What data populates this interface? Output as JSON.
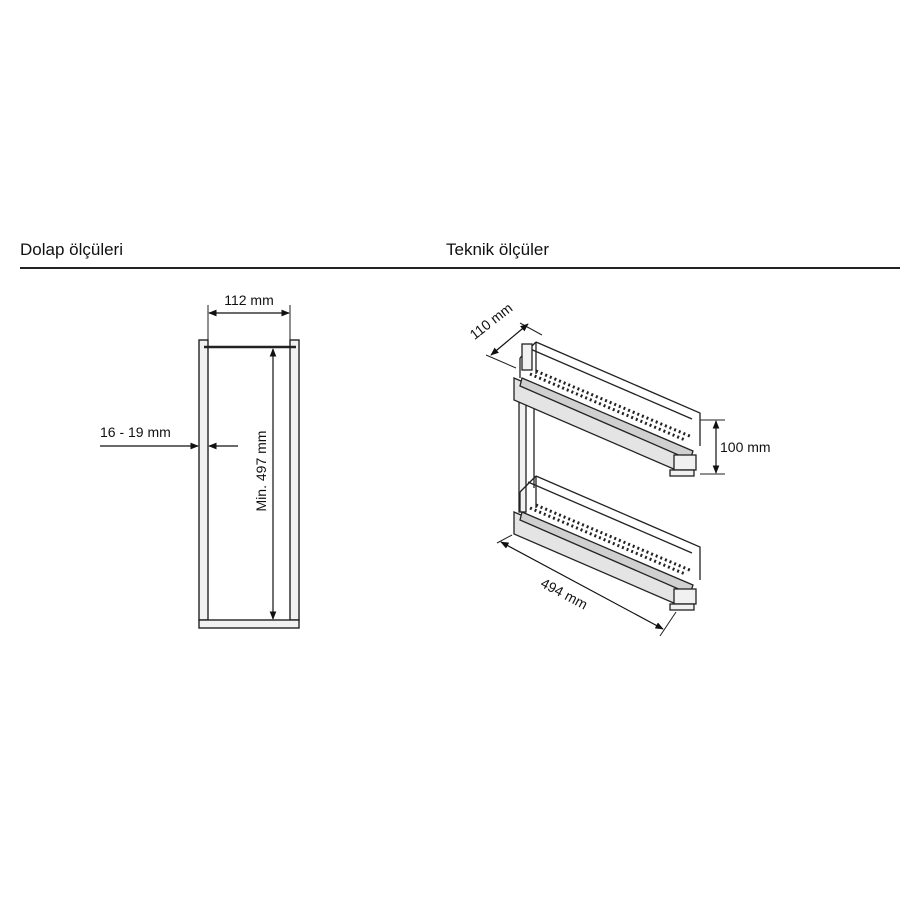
{
  "headings": {
    "cabinet": "Dolap ölçüleri",
    "technical": "Teknik ölçüler"
  },
  "cabinet_dimensions": {
    "width": "112 mm",
    "panel_thickness": "16 - 19 mm",
    "height": "Min. 497 mm"
  },
  "technical_dimensions": {
    "depth": "110 mm",
    "basket_height": "100 mm",
    "length": "494 mm"
  },
  "colors": {
    "line": "#222222",
    "panel_fill": "#f1f1f1",
    "basket_fill": "#e4e4e4"
  }
}
